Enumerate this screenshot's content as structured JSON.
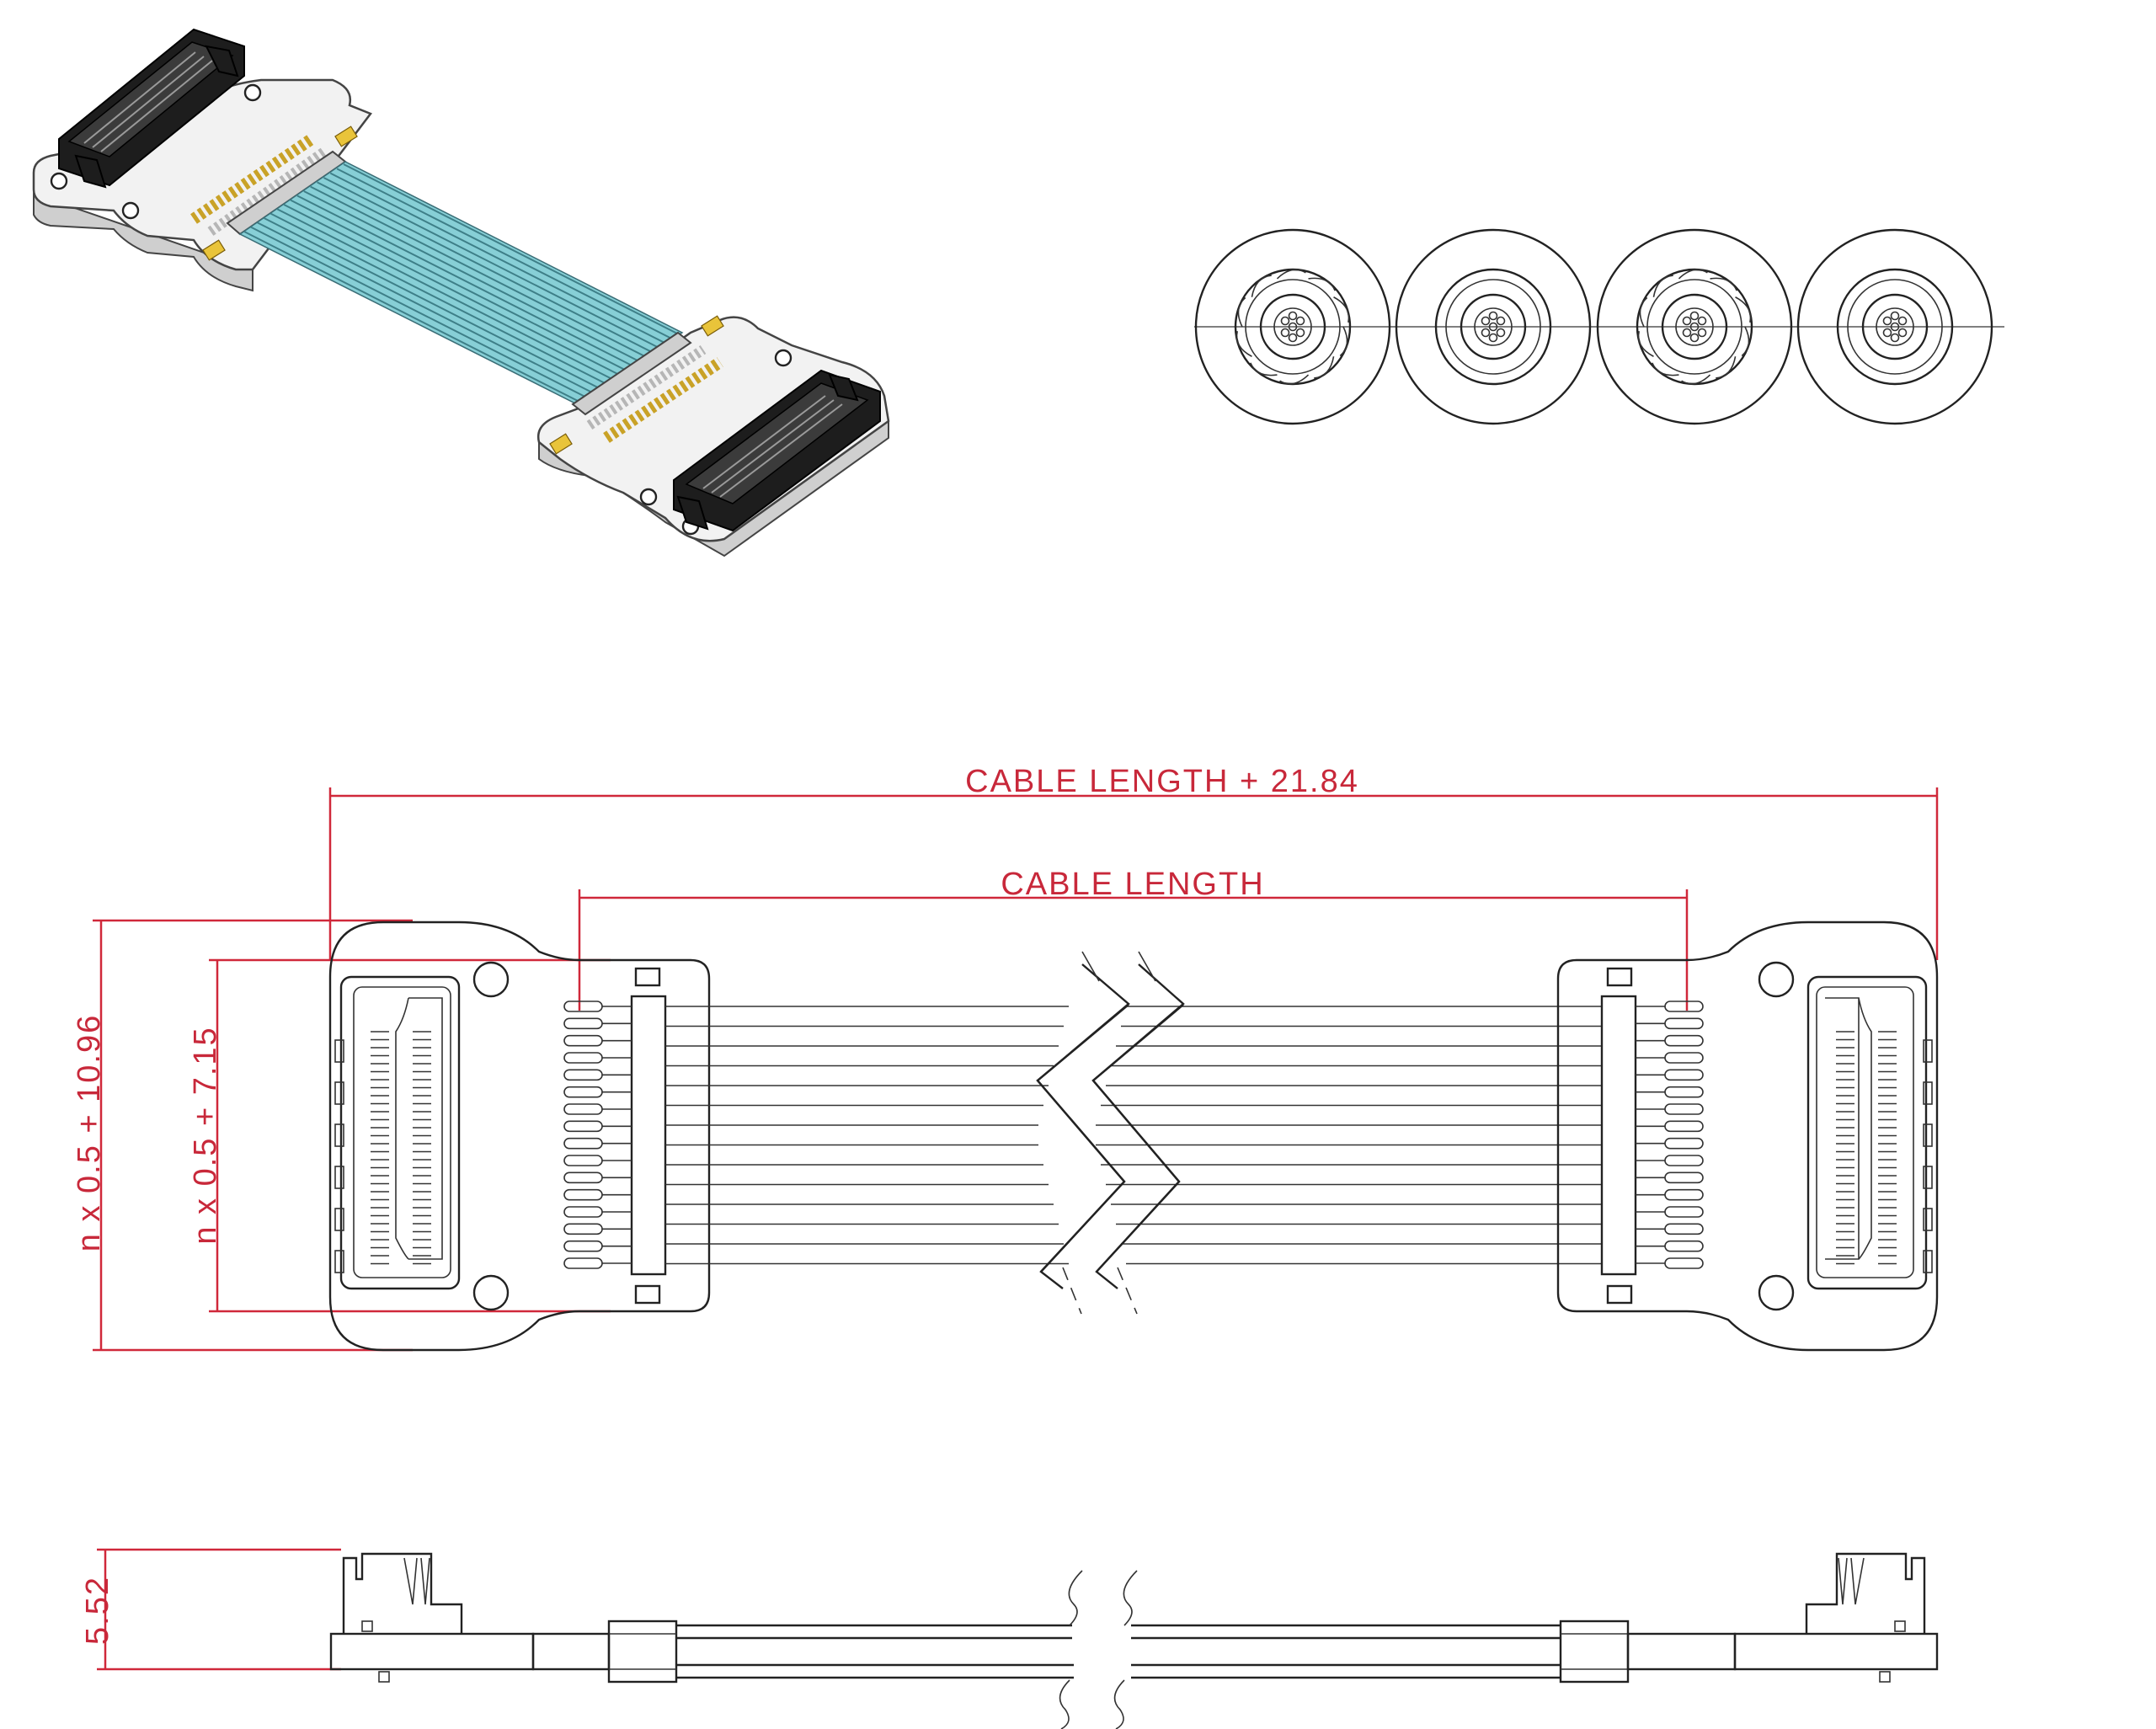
{
  "drawing": {
    "top_view": {
      "overall_length_label": "CABLE LENGTH + 21.84",
      "cable_length_label": "CABLE LENGTH",
      "outer_width_label": "n x 0.5 + 10.96",
      "inner_width_label": "n x 0.5 + 7.15"
    },
    "side_view": {
      "height_label": "5.52"
    },
    "cross_section": {
      "coax_count": 4
    },
    "colors": {
      "dimension": "#c8283a",
      "cable_teal": "#87cfd6",
      "contact_gold": "#e9c43a",
      "connector_dark": "#1d1d1d"
    }
  }
}
